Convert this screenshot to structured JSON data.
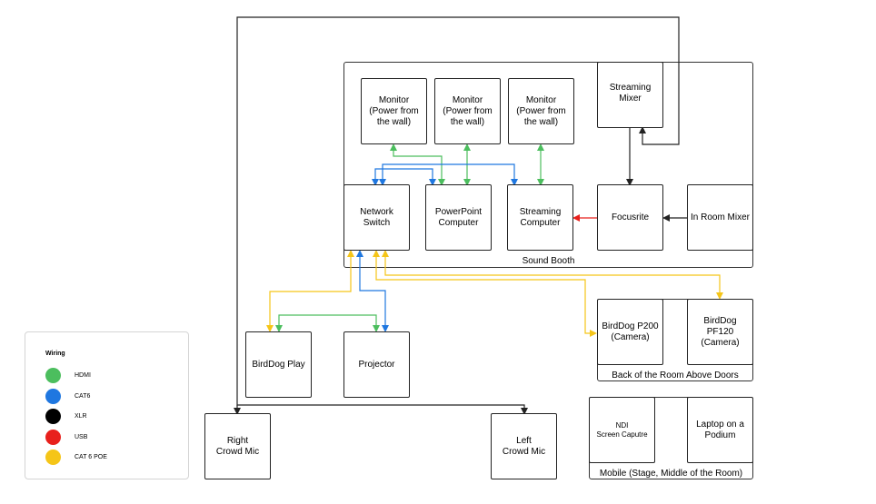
{
  "nodes": {
    "monitor1": "Monitor\n(Power from\nthe wall)",
    "monitor2": "Monitor\n(Power from\nthe wall)",
    "monitor3": "Monitor\n(Power from\nthe wall)",
    "streaming_mixer": "Streaming\nMixer",
    "network_switch": "Network\nSwitch",
    "powerpoint_computer": "PowerPoint\nComputer",
    "streaming_computer": "Streaming\nComputer",
    "focusrite": "Focusrite",
    "in_room_mixer": "In Room Mixer",
    "birddog_p200": "BirdDog P200\n(Camera)",
    "birddog_pf120": "BirdDog\nPF120\n(Camera)",
    "birddog_play": "BirdDog Play",
    "projector": "Projector",
    "right_crowd_mic": "Right\nCrowd Mic",
    "left_crowd_mic": "Left\nCrowd Mic",
    "ndi_screen_capture": "NDI\nScreen Caputre",
    "laptop_podium": "Laptop on a\nPodium"
  },
  "groups": {
    "sound_booth": "Sound Booth",
    "back_of_room": "Back of the Room Above Doors",
    "mobile": "Mobile (Stage, Middle of the Room)"
  },
  "legend": {
    "title": "Wiring",
    "items": [
      {
        "label": "HDMI",
        "color": "#4cbe5e"
      },
      {
        "label": "CAT6",
        "color": "#1f77e0"
      },
      {
        "label": "XLR",
        "color": "#000000"
      },
      {
        "label": "USB",
        "color": "#e8201c"
      },
      {
        "label": "CAT 6 POE",
        "color": "#f5c518"
      }
    ]
  },
  "colors": {
    "hdmi": "#4cbe5e",
    "cat6": "#1f77e0",
    "xlr": "#222222",
    "usb": "#e8201c",
    "poe": "#f5c518"
  }
}
